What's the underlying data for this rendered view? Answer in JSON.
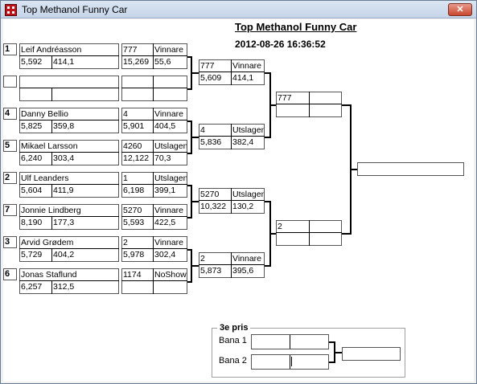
{
  "window": {
    "title": "Top Methanol Funny Car",
    "close_label": "✕"
  },
  "header": {
    "title": "Top Methanol Funny Car",
    "datetime": "2012-08-26 16:36:52"
  },
  "seeds": [
    "1",
    "",
    "4",
    "5",
    "2",
    "7",
    "3",
    "6"
  ],
  "round1": [
    {
      "name": "Leif Andréasson",
      "et": "5,592",
      "speed": "414,1"
    },
    {
      "name": "",
      "et": "",
      "speed": ""
    },
    {
      "name": "Danny Bellio",
      "et": "5,825",
      "speed": "359,8"
    },
    {
      "name": "Mikael Larsson",
      "et": "6,240",
      "speed": "303,4"
    },
    {
      "name": "Ulf Leanders",
      "et": "5,604",
      "speed": "411,9"
    },
    {
      "name": "Jonnie Lindberg",
      "et": "8,190",
      "speed": "177,3"
    },
    {
      "name": "Arvid Grødem",
      "et": "5,729",
      "speed": "404,2"
    },
    {
      "name": "Jonas Staflund",
      "et": "6,257",
      "speed": "312,5"
    }
  ],
  "results1": [
    {
      "num": "777",
      "status": "Vinnare",
      "et": "15,269",
      "speed": "55,6"
    },
    {
      "num": "",
      "status": "",
      "et": "",
      "speed": ""
    },
    {
      "num": "4",
      "status": "Vinnare",
      "et": "5,901",
      "speed": "404,5"
    },
    {
      "num": "4260",
      "status": "Utslagen",
      "et": "12,122",
      "speed": "70,3"
    },
    {
      "num": "1",
      "status": "Utslagen",
      "et": "6,198",
      "speed": "399,1"
    },
    {
      "num": "5270",
      "status": "Vinnare",
      "et": "5,593",
      "speed": "422,5"
    },
    {
      "num": "2",
      "status": "Vinnare",
      "et": "5,978",
      "speed": "302,4"
    },
    {
      "num": "1174",
      "status": "NoShow",
      "et": "",
      "speed": ""
    }
  ],
  "round2": [
    {
      "num": "777",
      "status": "Vinnare",
      "et": "5,609",
      "speed": "414,1"
    },
    {
      "num": "4",
      "status": "Utslagen",
      "et": "5,836",
      "speed": "382,4"
    },
    {
      "num": "5270",
      "status": "Utslagen",
      "et": "10,322",
      "speed": "130,2"
    },
    {
      "num": "2",
      "status": "Vinnare",
      "et": "5,873",
      "speed": "395,6"
    }
  ],
  "semis": [
    {
      "num": "777",
      "status": "",
      "et": "",
      "speed": ""
    },
    {
      "num": "2",
      "status": "",
      "et": "",
      "speed": ""
    }
  ],
  "final": {
    "winner": ""
  },
  "third_place": {
    "title": "3e pris",
    "lane1": "Bana 1",
    "lane2": "Bana 2"
  }
}
